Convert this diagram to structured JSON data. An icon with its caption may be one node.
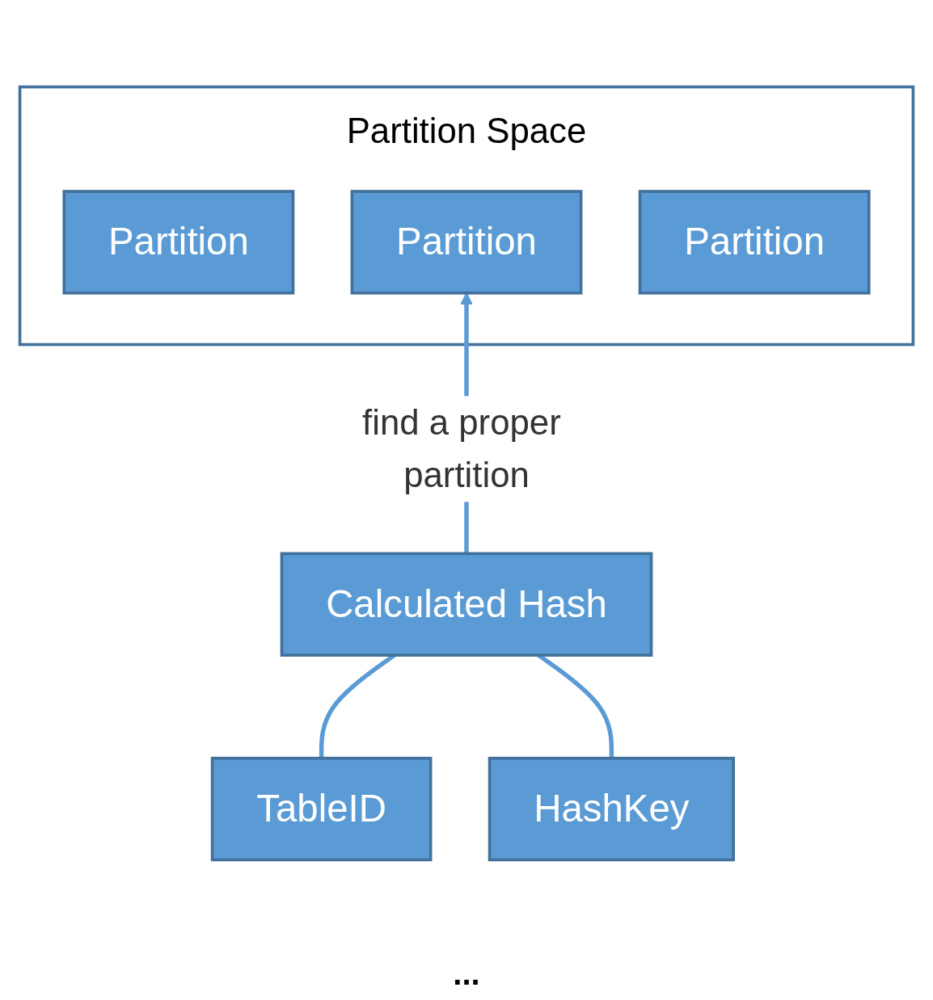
{
  "diagram": {
    "nodes": [
      {
        "text": [
          "Partition Space"
        ]
      },
      {
        "text": [
          "Partition"
        ],
        "in": 0
      },
      {
        "text": [
          "Partition"
        ],
        "in": 0
      },
      {
        "text": [
          "Partition"
        ],
        "in": 0
      },
      {
        "text": [
          "Calculated Hash"
        ]
      },
      {
        "text": [
          "TableID"
        ]
      },
      {
        "text": [
          "HashKey"
        ]
      }
    ],
    "edges": [
      {
        "from": 4,
        "to": 2,
        "arrow": "to",
        "label": "find a proper partition"
      },
      {
        "from": 5,
        "to": 4,
        "arrow": "none"
      },
      {
        "from": 6,
        "to": 4,
        "arrow": "none"
      }
    ],
    "labels": [
      "..."
    ]
  }
}
